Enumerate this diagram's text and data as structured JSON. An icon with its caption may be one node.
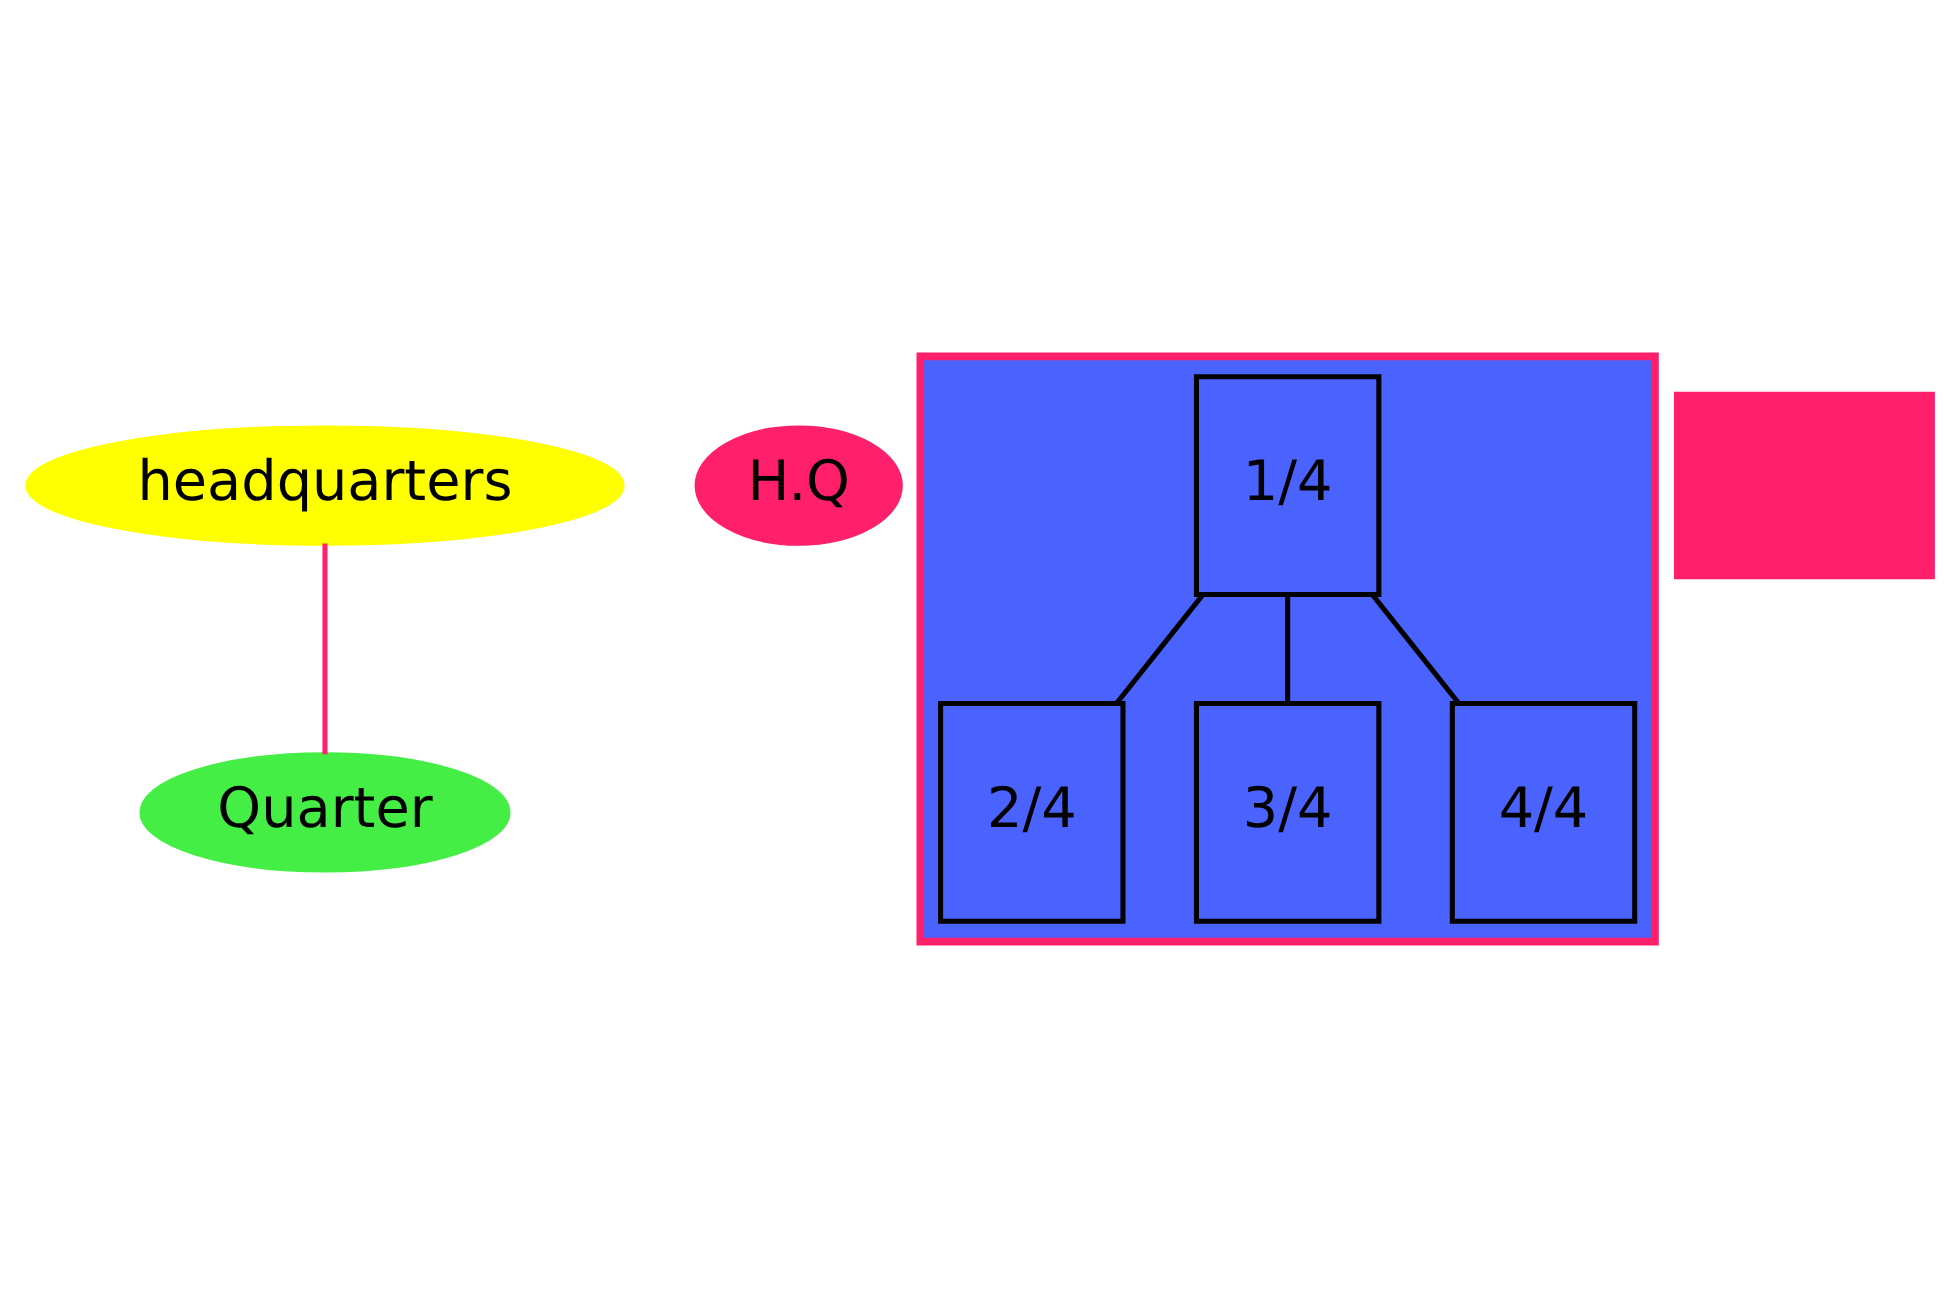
{
  "diagram": {
    "nodes": [
      {
        "text": [
          "headquarters"
        ]
      },
      {
        "text": [
          "H.Q"
        ]
      },
      {
        "text": [],
        "shape": "box"
      },
      {
        "text": [
          "1/4"
        ],
        "in": 2
      },
      {
        "text": [
          "2/4"
        ],
        "in": 2
      },
      {
        "text": [
          "3/4"
        ],
        "in": 2
      },
      {
        "text": [
          "4/4"
        ],
        "in": 2
      },
      {
        "text": [
          "Quarter"
        ]
      },
      {
        "text": [],
        "shape": "box"
      }
    ],
    "edges": [
      {
        "from": 3,
        "to": 4,
        "arrow": "none"
      },
      {
        "from": 3,
        "to": 5,
        "arrow": "none"
      },
      {
        "from": 3,
        "to": 6,
        "arrow": "none"
      },
      {
        "from": 0,
        "to": 7,
        "arrow": "none",
        "color": "#ff1f6b"
      }
    ]
  }
}
